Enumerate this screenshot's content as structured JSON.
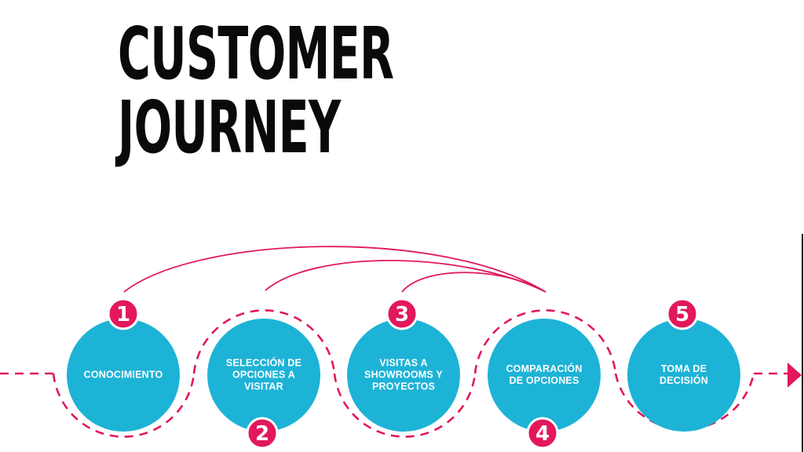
{
  "title": {
    "line1": "CUSTOMER",
    "line2": "JOURNEY"
  },
  "colors": {
    "circle": "#1DB3D6",
    "accent": "#E2185B",
    "text": "#0A0A0A"
  },
  "steps": [
    {
      "number": "1",
      "label": "CONOCIMIENTO"
    },
    {
      "number": "2",
      "label": "SELECCIÓN DE OPCIONES A VISITAR"
    },
    {
      "number": "3",
      "label": "VISITAS A SHOWROOMS Y PROYECTOS"
    },
    {
      "number": "4",
      "label": "COMPARACIÓN DE OPCIONES"
    },
    {
      "number": "5",
      "label": "TOMA DE DECISIÓN"
    }
  ]
}
